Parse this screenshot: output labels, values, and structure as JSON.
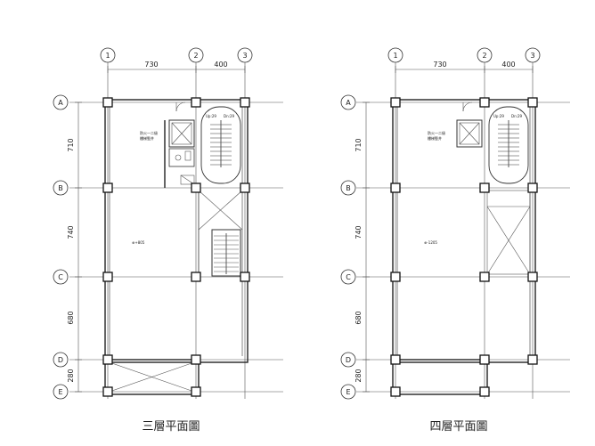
{
  "plans": [
    {
      "title": "三層平面圖",
      "area_label": "⊕+805",
      "cols": [
        "1",
        "2",
        "3"
      ],
      "rows": [
        "A",
        "B",
        "C",
        "D",
        "E"
      ],
      "h_dims": [
        "730",
        "400"
      ],
      "v_dims": [
        "710",
        "740",
        "680",
        "280"
      ],
      "stair_up_label": "Up:29",
      "stair_dn_label": "Dn:29",
      "core_note_1": "防火一二級",
      "core_note_2": "樓梯豎井"
    },
    {
      "title": "四層平面圖",
      "area_label": "⊕-1205",
      "cols": [
        "1",
        "2",
        "3"
      ],
      "rows": [
        "A",
        "B",
        "C",
        "D",
        "E"
      ],
      "h_dims": [
        "730",
        "400"
      ],
      "v_dims": [
        "710",
        "740",
        "680",
        "280"
      ],
      "stair_up_label": "Up:29",
      "stair_dn_label": "Dn:29",
      "core_note_1": "防火一二級",
      "core_note_2": "樓梯豎井"
    }
  ]
}
